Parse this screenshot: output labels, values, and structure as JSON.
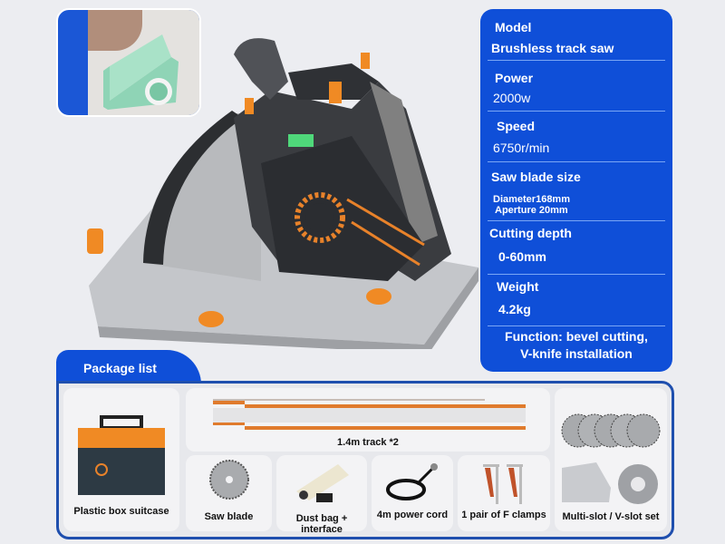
{
  "inset": {
    "alt": "Track saw cutting result on profile"
  },
  "specs": [
    {
      "label": "Model",
      "value": "Brushless track saw"
    },
    {
      "label": "Power",
      "value": "2000w"
    },
    {
      "label": "Speed",
      "value": "6750r/min"
    },
    {
      "label": "Saw blade size",
      "value_lines": [
        "Diameter168mm",
        "Aperture 20mm"
      ]
    },
    {
      "label": "Cutting depth",
      "value": "0-60mm"
    },
    {
      "label": "Weight",
      "value": "4.2kg"
    }
  ],
  "function_lines": [
    "Function: bevel cutting,",
    "V-knife installation"
  ],
  "package": {
    "title": "Package list",
    "items": [
      {
        "label": "Plastic box suitcase"
      },
      {
        "label": "1.4m track *2"
      },
      {
        "label": "Saw blade"
      },
      {
        "label": "Dust bag + interface"
      },
      {
        "label": "4m power cord"
      },
      {
        "label": "1 pair of F clamps"
      },
      {
        "label": "Multi-slot / V-slot set"
      }
    ]
  },
  "colors": {
    "brand_blue": "#0f4fd8",
    "accent_orange": "#e8822a",
    "frame_blue": "#1f4fae"
  }
}
